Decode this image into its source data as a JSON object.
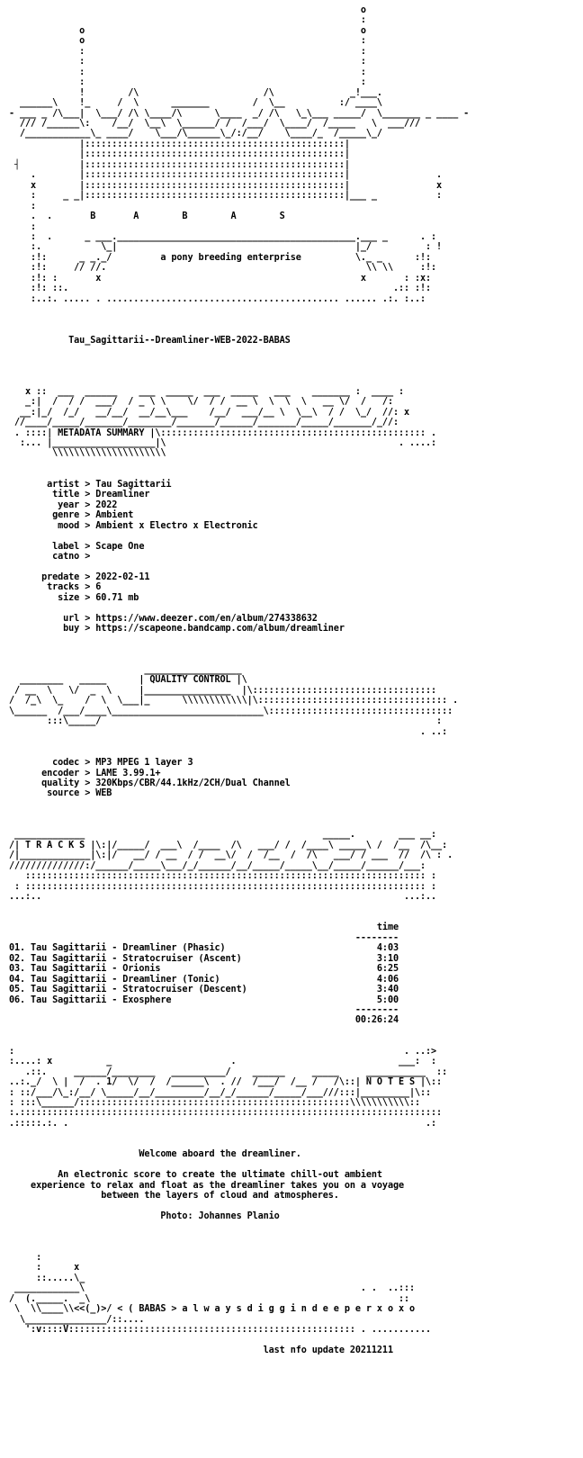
{
  "document": {
    "release_name": "Tau_Sagittarii--Dreamliner-WEB-2022-BABAS",
    "group": {
      "letters": "B       A        B        A        S",
      "tagline": "a pony breeding enterprise"
    },
    "sections": {
      "metadata": "METADATA SUMMARY",
      "quality": "QUALITY CONTROL",
      "tracks": "T R A C K S",
      "notes": "N O T E S"
    },
    "metadata": {
      "artist": "Tau Sagittarii",
      "title": "Dreamliner",
      "year": "2022",
      "genre": "Ambient",
      "mood": "Ambient x Electro x Electronic",
      "label": "Scape One",
      "catno": "",
      "predate": "2022-02-11",
      "tracks": "6",
      "size": "60.71 mb",
      "url": "https://www.deezer.com/en/album/274338632",
      "buy": "https://scapeone.bandcamp.com/album/dreamliner"
    },
    "quality": {
      "codec": "MP3 MPEG 1 layer 3",
      "encoder": "LAME 3.99.1+",
      "quality": "320Kbps/CBR/44.1kHz/2CH/Dual Channel",
      "source": "WEB"
    },
    "tracklist": {
      "time_header": "time",
      "items": [
        {
          "no": "01.",
          "name": "Tau Sagittarii - Dreamliner (Phasic)",
          "time": "4:03"
        },
        {
          "no": "02.",
          "name": "Tau Sagittarii - Stratocruiser (Ascent)",
          "time": "3:10"
        },
        {
          "no": "03.",
          "name": "Tau Sagittarii - Orionis",
          "time": "6:25"
        },
        {
          "no": "04.",
          "name": "Tau Sagittarii - Dreamliner (Tonic)",
          "time": "4:06"
        },
        {
          "no": "05.",
          "name": "Tau Sagittarii - Stratocruiser (Descent)",
          "time": "3:40"
        },
        {
          "no": "06.",
          "name": "Tau Sagittarii - Exosphere",
          "time": "5:00"
        }
      ],
      "total": "00:26:24"
    },
    "notes": {
      "welcome": "Welcome aboard the dreamliner.",
      "description": [
        "An electronic score to create the ultimate chill-out ambient",
        "experience to relax and float as the dreamliner takes you on a voyage",
        "between the layers of cloud and atmospheres."
      ],
      "photo": "Photo: Johannes Planio"
    },
    "footer": {
      "slogan": "a l w a y s d i g g i n d e e p e r x o x o",
      "update": "last nfo update 20211211"
    }
  }
}
